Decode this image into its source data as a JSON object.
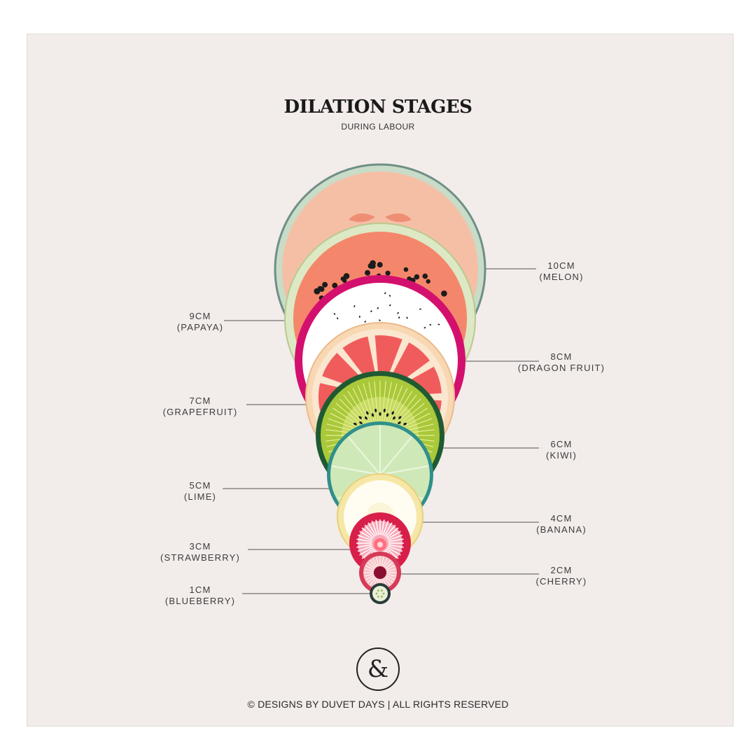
{
  "title": "DILATION STAGES",
  "subtitle": "DURING LABOUR",
  "stages": [
    {
      "size": "10CM",
      "fruit": "(MELON)"
    },
    {
      "size": "9CM",
      "fruit": "(PAPAYA)"
    },
    {
      "size": "8CM",
      "fruit": "(DRAGON FRUIT)"
    },
    {
      "size": "7CM",
      "fruit": "(GRAPEFRUIT)"
    },
    {
      "size": "6CM",
      "fruit": "(KIWI)"
    },
    {
      "size": "5CM",
      "fruit": "(LIME)"
    },
    {
      "size": "4CM",
      "fruit": "(BANANA)"
    },
    {
      "size": "3CM",
      "fruit": "(STRAWBERRY)"
    },
    {
      "size": "2CM",
      "fruit": "(CHERRY)"
    },
    {
      "size": "1CM",
      "fruit": "(BLUEBERRY)"
    }
  ],
  "logo": "&",
  "footer": "© DESIGNS BY DUVET DAYS  |  ALL RIGHTS RESERVED"
}
